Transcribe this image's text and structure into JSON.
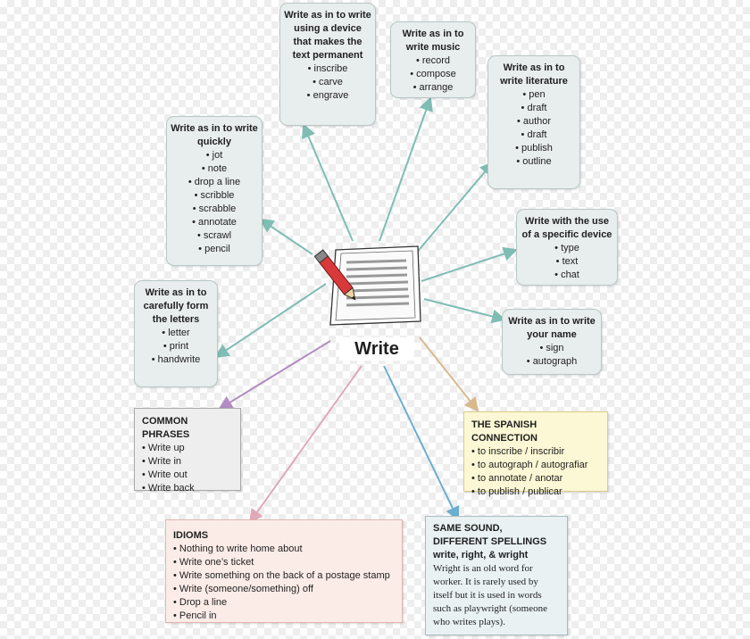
{
  "center": {
    "title": "Write"
  },
  "boxes": {
    "device": {
      "title": "Write as in to write using a device that makes the text permanent",
      "items": [
        "inscribe",
        "carve",
        "engrave"
      ]
    },
    "music": {
      "title": "Write as in to write music",
      "items": [
        "record",
        "compose",
        "arrange"
      ]
    },
    "literature": {
      "title": "Write as in to write literature",
      "items": [
        "pen",
        "draft",
        "author",
        "draft",
        "publish",
        "outline"
      ]
    },
    "quickly": {
      "title": "Write as in to write quickly",
      "items": [
        "jot",
        "note",
        "drop a line",
        "scribble",
        "scrabble",
        "annotate",
        "scrawl",
        "pencil"
      ]
    },
    "specific_device": {
      "title": "Write with the use of a specific device",
      "items": [
        "type",
        "text",
        "chat"
      ]
    },
    "carefully": {
      "title": "Write as in to carefully form the letters",
      "items": [
        "letter",
        "print",
        "handwrite"
      ]
    },
    "name": {
      "title": "Write as in to write your name",
      "items": [
        "sign",
        "autograph"
      ]
    },
    "phrases": {
      "title": "COMMON PHRASES",
      "items": [
        "Write up",
        "Write in",
        "Write out",
        "Write back"
      ]
    },
    "spanish": {
      "title": "THE SPANISH CONNECTION",
      "items": [
        "to inscribe / inscribir",
        "to autograph / autografiar",
        "to annotate / anotar",
        "to publish / publicar"
      ]
    },
    "idioms": {
      "title": "IDIOMS",
      "items": [
        "Nothing to write home about",
        "Write one’s ticket",
        "Write something on the back of a postage stamp",
        "Write (someone/something) off",
        "Drop a line",
        "Pencil in"
      ]
    },
    "same_sound": {
      "title": "SAME SOUND, DIFFERENT SPELLINGS",
      "subtitle": "write, right, & wright",
      "body": "Wright is an old word for worker. It is rarely used by itself but it is used in words such as playwright (someone who writes plays)."
    }
  },
  "colors": {
    "teal_arrow": "#7fbdb4",
    "purple_arrow": "#b28cc2",
    "pink_arrow": "#e0a9b8",
    "tan_arrow": "#d8b98c",
    "blue_arrow": "#6aaed0"
  }
}
